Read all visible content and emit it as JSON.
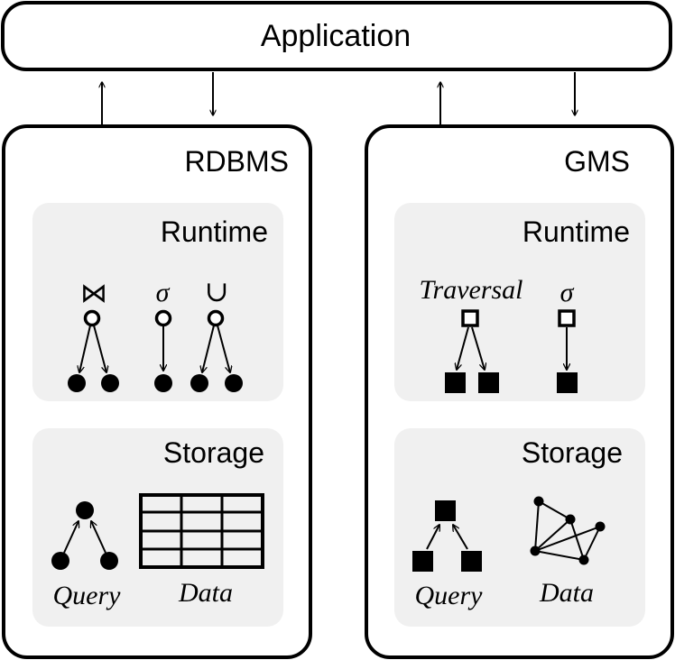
{
  "application": {
    "label": "Application"
  },
  "rdbms": {
    "title": "RDBMS",
    "runtime": {
      "title": "Runtime",
      "operators": [
        "⋈",
        "σ",
        "∪"
      ]
    },
    "storage": {
      "title": "Storage",
      "query_label": "Query",
      "data_label": "Data"
    }
  },
  "gms": {
    "title": "GMS",
    "runtime": {
      "title": "Runtime",
      "operators": [
        "Traversal",
        "σ"
      ]
    },
    "storage": {
      "title": "Storage",
      "query_label": "Query",
      "data_label": "Data"
    }
  },
  "colors": {
    "panel_fill": "#f0f0f0",
    "stroke": "#000000",
    "background": "#ffffff"
  }
}
